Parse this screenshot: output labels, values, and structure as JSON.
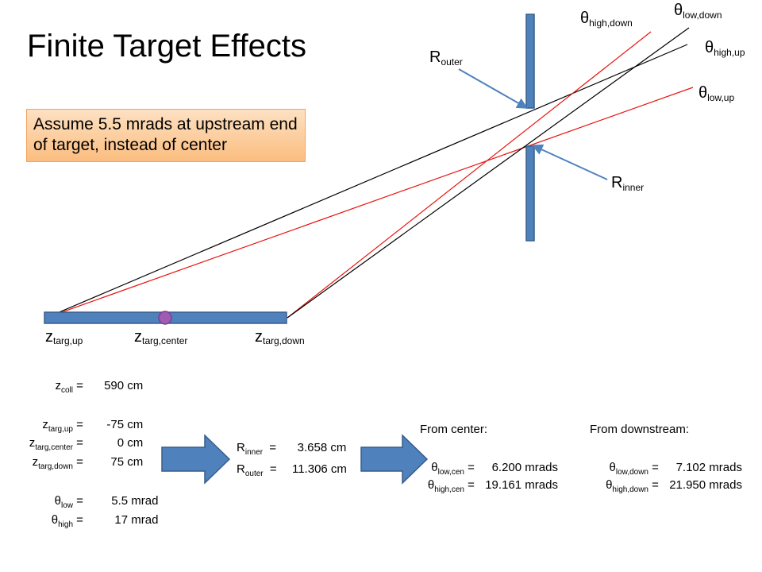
{
  "title": "Finite Target Effects",
  "callout": "Assume 5.5 mrads at upstream end of target, instead of center",
  "diagram": {
    "theta_sym": "θ",
    "r_sym": "R",
    "z_sym": "z",
    "angles": {
      "high_down": "high,down",
      "low_down": "low,down",
      "high_up": "high,up",
      "low_up": "low,up"
    },
    "radii": {
      "outer": "outer",
      "inner": "inner"
    },
    "targets": {
      "up": "targ,up",
      "center": "targ,center",
      "down": "targ,down"
    },
    "colors": {
      "collimator": "#4f81bd",
      "collimator_edge": "#385d8a",
      "red_line": "#e8140f",
      "black_line": "#000000",
      "arrow": "#4f81bd",
      "target_marker": "#a05bb4"
    }
  },
  "inputs": [
    {
      "sym": "z",
      "sub": "coll",
      "value": "590",
      "unit": "cm"
    },
    {
      "sym": "z",
      "sub": "targ,up",
      "value": "-75",
      "unit": "cm"
    },
    {
      "sym": "z",
      "sub": "targ,center",
      "value": "0",
      "unit": "cm"
    },
    {
      "sym": "z",
      "sub": "targ,down",
      "value": "75",
      "unit": "cm"
    },
    {
      "sym": "θ",
      "sub": "low",
      "value": "5.5",
      "unit": "mrad"
    },
    {
      "sym": "θ",
      "sub": "high",
      "value": "17",
      "unit": "mrad"
    }
  ],
  "radii_results": [
    {
      "sym": "R",
      "sub": "inner",
      "value": "3.658",
      "unit": "cm"
    },
    {
      "sym": "R",
      "sub": "outer",
      "value": "11.306",
      "unit": "cm"
    }
  ],
  "from_center": {
    "heading": "From center:",
    "rows": [
      {
        "sym": "θ",
        "sub": "low,cen",
        "value": "6.200",
        "unit": "mrads"
      },
      {
        "sym": "θ",
        "sub": "high,cen",
        "value": "19.161",
        "unit": "mrads"
      }
    ]
  },
  "from_downstream": {
    "heading": "From downstream:",
    "rows": [
      {
        "sym": "θ",
        "sub": "low,down",
        "value": "7.102",
        "unit": "mrads"
      },
      {
        "sym": "θ",
        "sub": "high,down",
        "value": "21.950",
        "unit": "mrads"
      }
    ]
  },
  "eq": "="
}
